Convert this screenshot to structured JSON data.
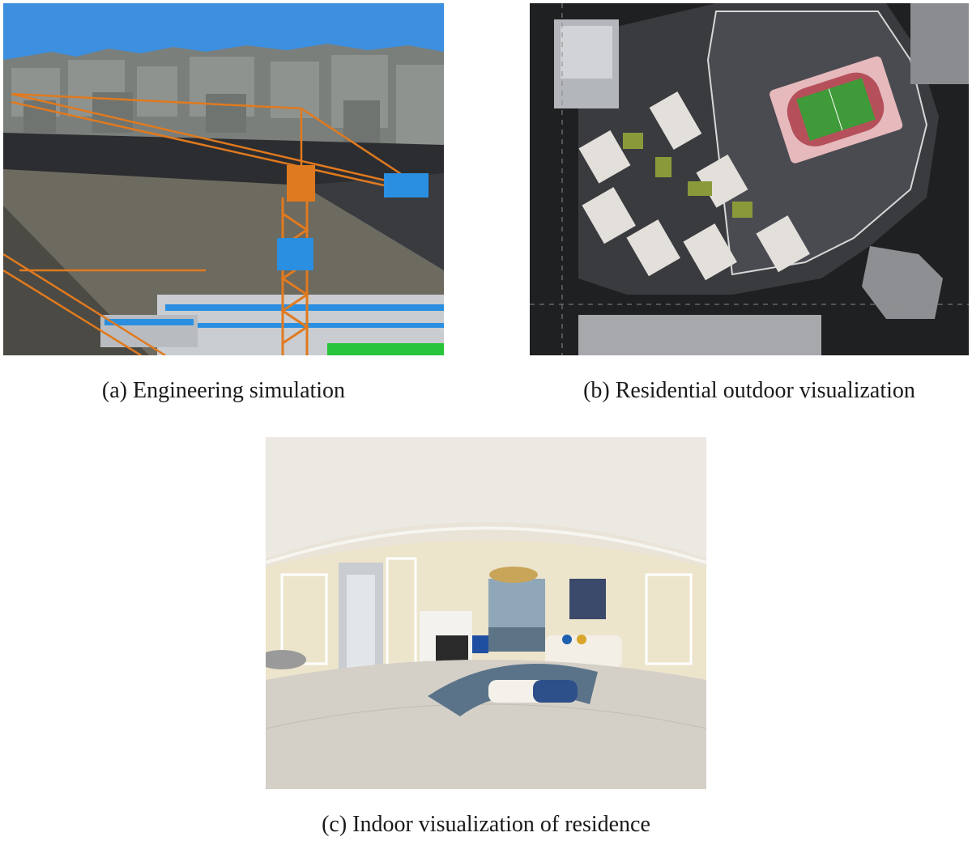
{
  "figure": {
    "panels": [
      {
        "id": "a",
        "caption": "(a) Engineering simulation"
      },
      {
        "id": "b",
        "caption": "(b) Residential outdoor visualization"
      },
      {
        "id": "c",
        "caption": "(c) Indoor visualization of residence"
      }
    ]
  },
  "colors": {
    "sky": "#3d8fe0",
    "crane": "#e07a1f",
    "site_blue": "#2a8fe0",
    "field_green": "#3f9b3a",
    "track_red": "#b5505a",
    "night_ground": "#2b2c2e"
  }
}
